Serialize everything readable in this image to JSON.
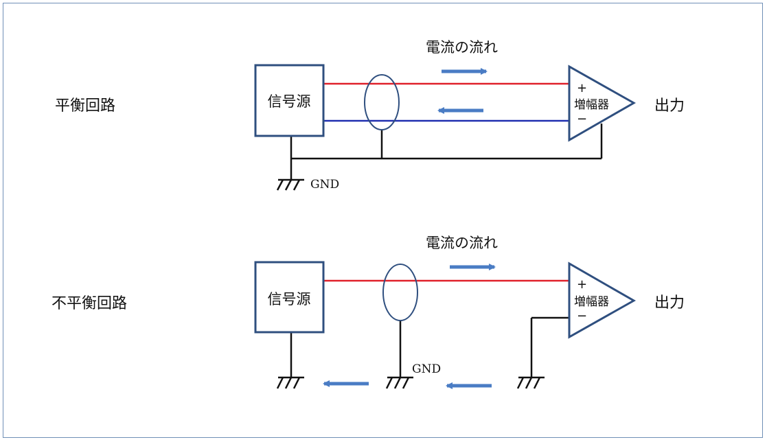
{
  "balanced": {
    "circuit_label": "平衡回路",
    "source_label": "信号源",
    "flow_label": "電流の流れ",
    "amp_plus": "+",
    "amp_label": "増幅器",
    "amp_minus": "−",
    "output_label": "出力",
    "gnd_label": "GND"
  },
  "unbalanced": {
    "circuit_label": "不平衡回路",
    "source_label": "信号源",
    "flow_label": "電流の流れ",
    "amp_plus": "+",
    "amp_label": "増幅器",
    "amp_minus": "−",
    "output_label": "出力",
    "gnd_label": "GND"
  },
  "colors": {
    "box_stroke": "#2f4f7f",
    "hot_line": "#e0202a",
    "cold_line": "#1f2fb0",
    "arrow": "#4a7cc4",
    "ground": "#111111",
    "frame": "#6f8fb6"
  }
}
